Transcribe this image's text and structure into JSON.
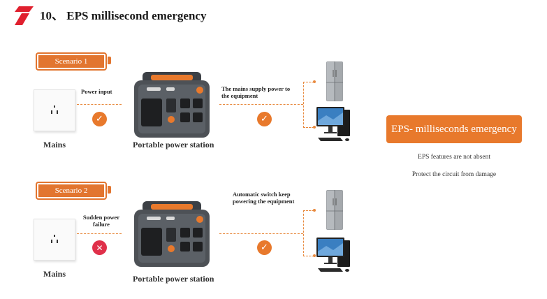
{
  "header": {
    "title": "10、 EPS millisecond emergency"
  },
  "scenarios": [
    {
      "badge": "Scenario 1",
      "source_label": "Mains",
      "link1_text": "Power input",
      "station_label": "Portable power station",
      "link2_text": "The mains supply power to the equipment"
    },
    {
      "badge": "Scenario 2",
      "source_label": "Mains",
      "link1_text": "Sudden power failure",
      "station_label": "Portable power station",
      "link2_text": "Automatic switch keep powering the equipment"
    }
  ],
  "eps": {
    "title": "EPS- milliseconds emergency",
    "note1": "EPS features are not absent",
    "note2": "Protect the circuit from damage"
  },
  "colors": {
    "accent": "#e8792c",
    "error": "#e0304a",
    "logo": "#e0202e"
  },
  "icons": [
    "logo-icon",
    "check-icon",
    "cross-icon",
    "refrigerator-icon",
    "computer-icon",
    "power-station-icon",
    "wall-socket-icon"
  ]
}
